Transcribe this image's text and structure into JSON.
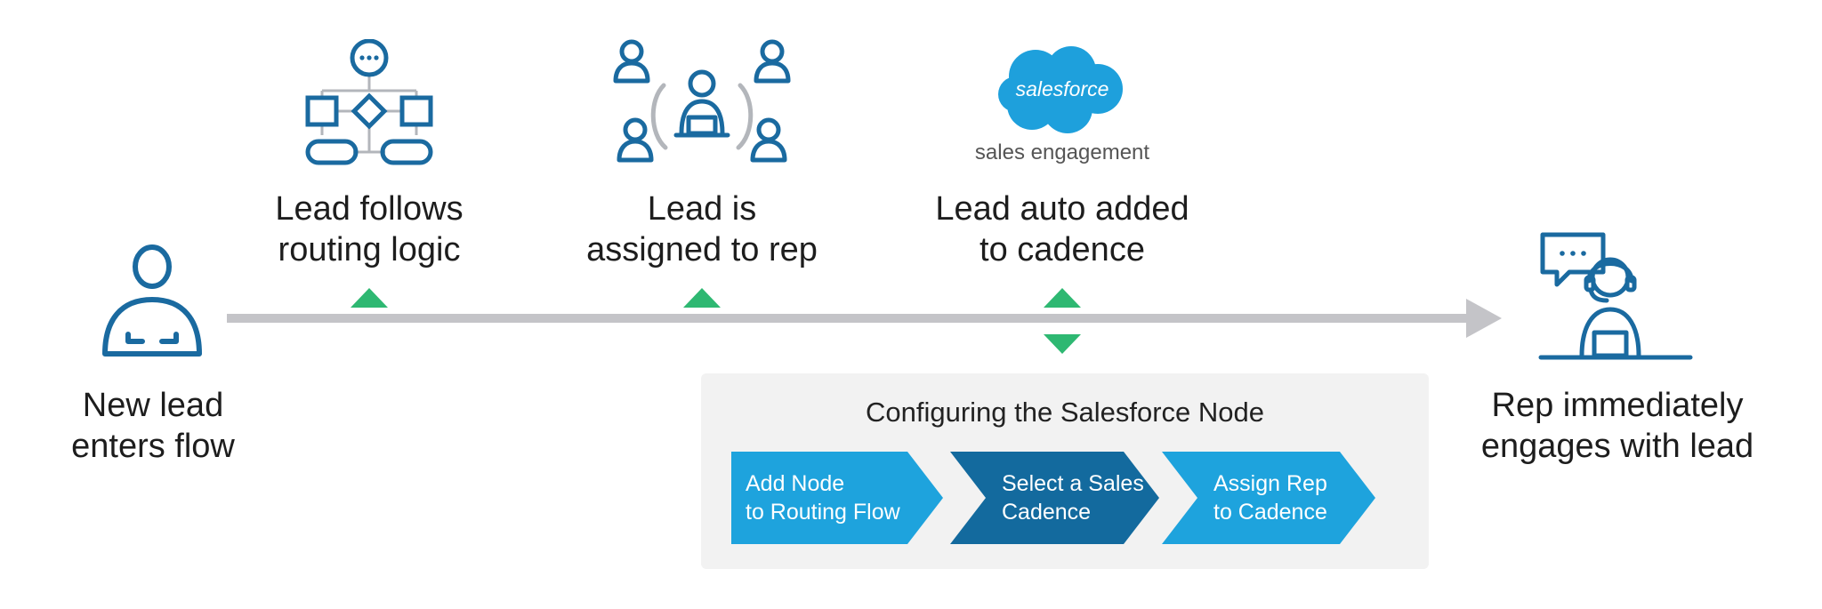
{
  "colors": {
    "icon_blue": "#1a6aa0",
    "arrow_gray": "#c4c4c8",
    "marker_green": "#2eb872",
    "salesforce_blue": "#1ea0dc",
    "step_light": "#1ea3dd",
    "step_dark": "#136a9e",
    "panel_bg": "#f2f2f2"
  },
  "start": {
    "icon": "person-laptop-icon",
    "label_line1": "New lead",
    "label_line2": "enters flow"
  },
  "stages": [
    {
      "icon": "flowchart-icon",
      "line1": "Lead follows",
      "line2": "routing logic"
    },
    {
      "icon": "team-assignment-icon",
      "line1": "Lead is",
      "line2": "assigned to rep"
    },
    {
      "icon": "salesforce-logo",
      "logo_text": "salesforce",
      "logo_caption": "sales engagement",
      "line1": "Lead auto added",
      "line2": "to cadence"
    }
  ],
  "end": {
    "icon": "rep-headset-chat-icon",
    "label_line1": "Rep immediately",
    "label_line2": "engages with lead"
  },
  "config_panel": {
    "title": "Configuring the Salesforce Node",
    "steps": [
      {
        "line1": "Add Node",
        "line2": "to Routing Flow"
      },
      {
        "line1": "Select a Sales",
        "line2": "Cadence"
      },
      {
        "line1": "Assign Rep",
        "line2": "to Cadence"
      }
    ]
  }
}
